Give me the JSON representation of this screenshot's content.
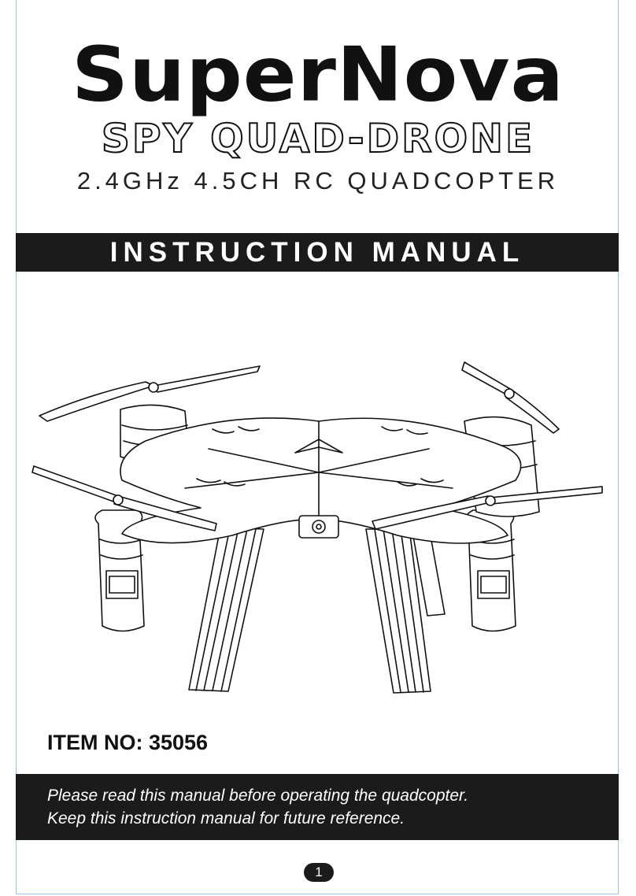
{
  "header": {
    "brand": "SuperNova",
    "product": "SPY QUAD-DRONE",
    "tagline": "2.4GHz 4.5CH RC QUADCOPTER"
  },
  "title_bar": {
    "label": "INSTRUCTION MANUAL"
  },
  "illustration": {
    "icon": "quadcopter-drone-icon"
  },
  "item": {
    "label": "ITEM NO: 35056"
  },
  "notice": {
    "line1": "Please read this manual before operating the quadcopter.",
    "line2": "Keep this instruction manual for future reference."
  },
  "footer": {
    "page_number": "1"
  }
}
